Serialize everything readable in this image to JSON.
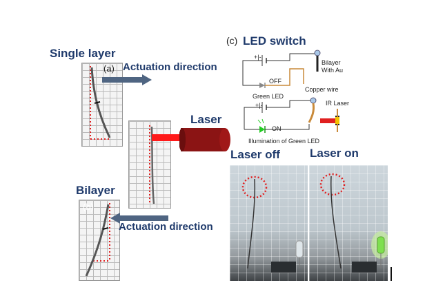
{
  "labels": {
    "single_layer": "Single layer",
    "panel_a": "(a)",
    "actuation_direction_a": "Actuation direction",
    "laser": "Laser",
    "bilayer": "Bilayer",
    "panel_b": "(b)",
    "actuation_direction_b": "Actuation direction",
    "panel_c": "(c)",
    "led_switch": "LED switch",
    "laser_off": "Laser off",
    "laser_on": "Laser on"
  },
  "circuit": {
    "battery_sign": "+|-",
    "off": "OFF",
    "green_led": "Green LED",
    "bilayer_with_au_1": "Bilayer",
    "bilayer_with_au_2": "With Au",
    "copper_wire": "Copper wire",
    "on": "ON",
    "ir_laser": "IR Laser",
    "illumination": "Illumination of Green LED"
  },
  "colors": {
    "title_blue": "#1f3a6b",
    "arrow_blue": "#4f6582",
    "laser_red": "#8b1414",
    "beam_red": "#ff1a1a",
    "led_green": "#22cc22",
    "dot_red": "#e02020"
  }
}
